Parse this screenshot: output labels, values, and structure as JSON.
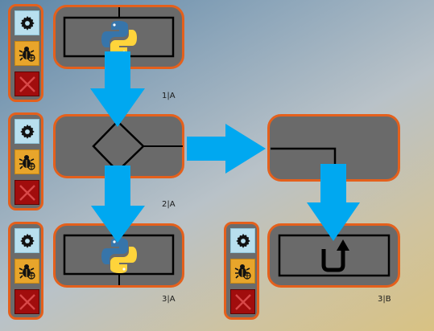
{
  "colors": {
    "node_fill": "#6a6a6a",
    "node_border": "#e4601c",
    "arrow": "#00a8f0",
    "settings_bg": "#b8dfee",
    "debug_bg": "#e8a52b",
    "delete_bg": "#a10d0d"
  },
  "nodes": [
    {
      "id": "python-1",
      "label": "1|A",
      "icon": "python-logo-icon"
    },
    {
      "id": "decision",
      "label": "2|A",
      "icon": "diamond-decision-icon"
    },
    {
      "id": "branch",
      "label": "",
      "icon": "branch-line-icon"
    },
    {
      "id": "python-2",
      "label": "3|A",
      "icon": "python-logo-icon"
    },
    {
      "id": "return",
      "label": "3|B",
      "icon": "return-arrow-icon"
    }
  ],
  "toolbar_icons": [
    "gear-icon",
    "bug-icon",
    "close-icon"
  ]
}
